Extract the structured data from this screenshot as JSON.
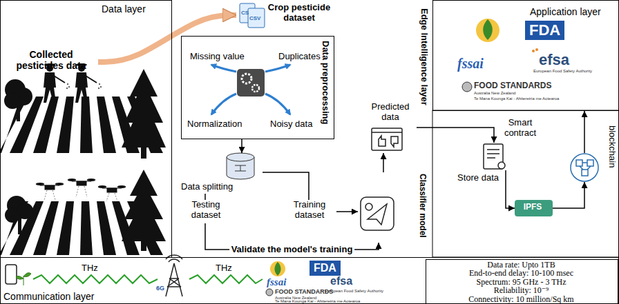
{
  "diagram": {
    "nodes": [
      {
        "text": [
          "Data layer"
        ]
      },
      {
        "text": [
          "Collected pesticides data"
        ],
        "in": 0
      },
      {
        "text": [
          "Crop pesticide dataset"
        ]
      },
      {
        "text": [
          "Data preprocessing",
          "Missing value",
          "Duplicates",
          "Normalization",
          "Noisy data"
        ]
      },
      {
        "text": [
          "Data splitting"
        ]
      },
      {
        "text": [
          "Testing dataset"
        ]
      },
      {
        "text": [
          "Training dataset"
        ]
      },
      {
        "text": [
          "Classifier model"
        ]
      },
      {
        "text": [
          "Predicted data"
        ]
      },
      {
        "text": [
          "Application layer"
        ]
      },
      {
        "text": [
          "Smart contract",
          "Store data"
        ]
      },
      {
        "text": [
          "IPFS"
        ]
      },
      {
        "text": [
          "blockchain"
        ]
      },
      {
        "text": [
          "Communication layer"
        ]
      },
      {
        "text": [
          "Data rate: Upto 1TB",
          "End-to-end delay: 10-100 msec",
          "Spectrum: 95 GHz - 3 THz",
          "Reliability: 10⁻⁹",
          "Connectivity: 10 million/Sq km"
        ],
        "in": 13
      }
    ],
    "edges": [
      {
        "from": 1,
        "to": 2,
        "arrow": "to"
      },
      {
        "from": 3,
        "to": 4,
        "arrow": "to"
      },
      {
        "from": 4,
        "to": 5,
        "arrow": "none"
      },
      {
        "from": 4,
        "to": 6,
        "arrow": "none"
      },
      {
        "from": 5,
        "to": 7,
        "arrow": "to",
        "label": "Validate the model's training"
      },
      {
        "from": 6,
        "to": 7,
        "arrow": "to"
      },
      {
        "from": 7,
        "to": 8,
        "arrow": "to"
      },
      {
        "from": 8,
        "to": 10,
        "arrow": "to"
      },
      {
        "from": 10,
        "to": 11,
        "arrow": "to"
      },
      {
        "from": 11,
        "to": 12,
        "arrow": "to"
      },
      {
        "from": 12,
        "to": 9,
        "arrow": "to"
      }
    ],
    "labels": [
      "Edge Intelligence layer",
      "CS",
      "CSV",
      "FDA",
      "fssai",
      "efsa",
      "European Food Safety Authority",
      "FOOD STANDARDS",
      "Australia New Zealand",
      "Te Mana Kounga Kai - Ahitereiria me Aotearoa",
      "THz",
      "6G",
      "THz",
      "FDA",
      "fssai",
      "efsa",
      "European Food Safety Authority",
      "FOOD STANDARDS",
      "Australia New Zealand",
      "Te Mana Kounga Kai - Ahitereiria me Aotearoa"
    ]
  }
}
